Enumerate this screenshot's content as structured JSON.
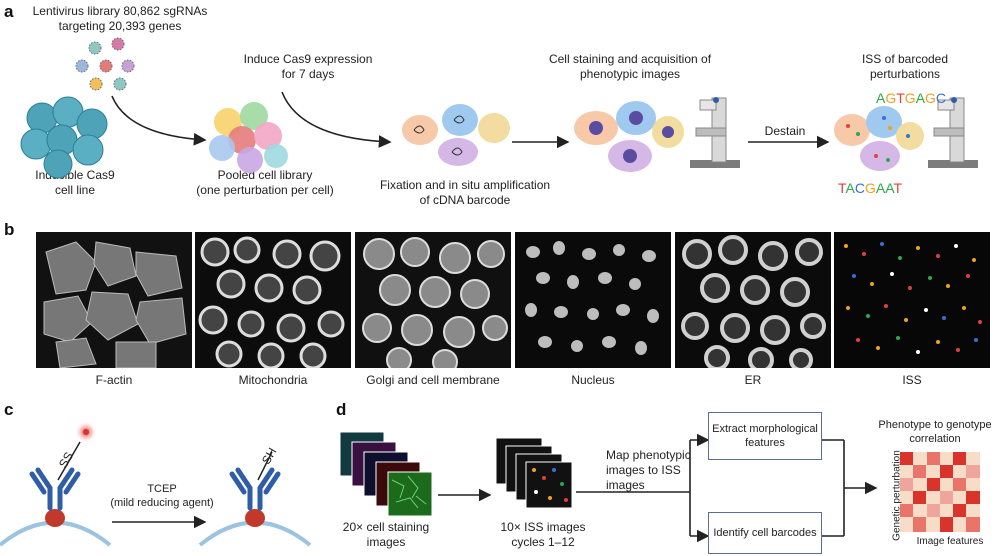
{
  "panels": {
    "a": "a",
    "b": "b",
    "c": "c",
    "d": "d"
  },
  "panel_a": {
    "library_line1": "Lentivirus library 80,862 sgRNAs",
    "library_line2": "targeting 20,393 genes",
    "induce_line1": "Induce Cas9 expression",
    "induce_line2": "for 7 days",
    "staining_line1": "Cell staining and acquisition of",
    "staining_line2": "phenotypic images",
    "iss_line1": "ISS of barcoded",
    "iss_line2": "perturbations",
    "cell_line_line1": "Inducible Cas9",
    "cell_line_line2": "cell line",
    "pooled_line1": "Pooled cell library",
    "pooled_line2": "(one perturbation per cell)",
    "fixation_line1": "Fixation and in situ amplification",
    "fixation_line2": "of cDNA barcode",
    "destain": "Destain",
    "barcode_top": [
      "A",
      "G",
      "T",
      "G",
      "A",
      "G",
      "C"
    ],
    "barcode_bottom": [
      "T",
      "A",
      "C",
      "G",
      "A",
      "A",
      "T"
    ]
  },
  "panel_b": {
    "captions": [
      "F-actin",
      "Mitochondria",
      "Golgi and cell membrane",
      "Nucleus",
      "ER",
      "ISS"
    ]
  },
  "panel_c": {
    "left_group": "SS",
    "right_group": "SH",
    "reagent_line1": "TCEP",
    "reagent_line2": "(mild reducing agent)"
  },
  "panel_d": {
    "staining_line1": "20× cell staining",
    "staining_line2": "images",
    "iss_line1": "10× ISS images",
    "iss_line2": "cycles 1–12",
    "map_line1": "Map phenotypic",
    "map_line2": "images to ISS",
    "map_line3": "images",
    "extract_line1": "Extract morphological",
    "extract_line2": "features",
    "identify": "Identify cell barcodes",
    "corr_line1": "Phenotype to genotype",
    "corr_line2": "correlation",
    "ylabel": "Genetic perturbation",
    "xlabel": "Image features"
  },
  "colors": {
    "cell_teal": "#4fa3b8",
    "arrow": "#222222",
    "box_border": "#5a6f95",
    "antibody": "#2f5da8",
    "antigen": "#c0392b",
    "heatmap_low": "#f7dcc7",
    "heatmap_high": "#d9342b",
    "base_A": "#2aa84a",
    "base_G": "#f0a020",
    "base_T": "#e04040",
    "base_C": "#3a6fd8"
  }
}
